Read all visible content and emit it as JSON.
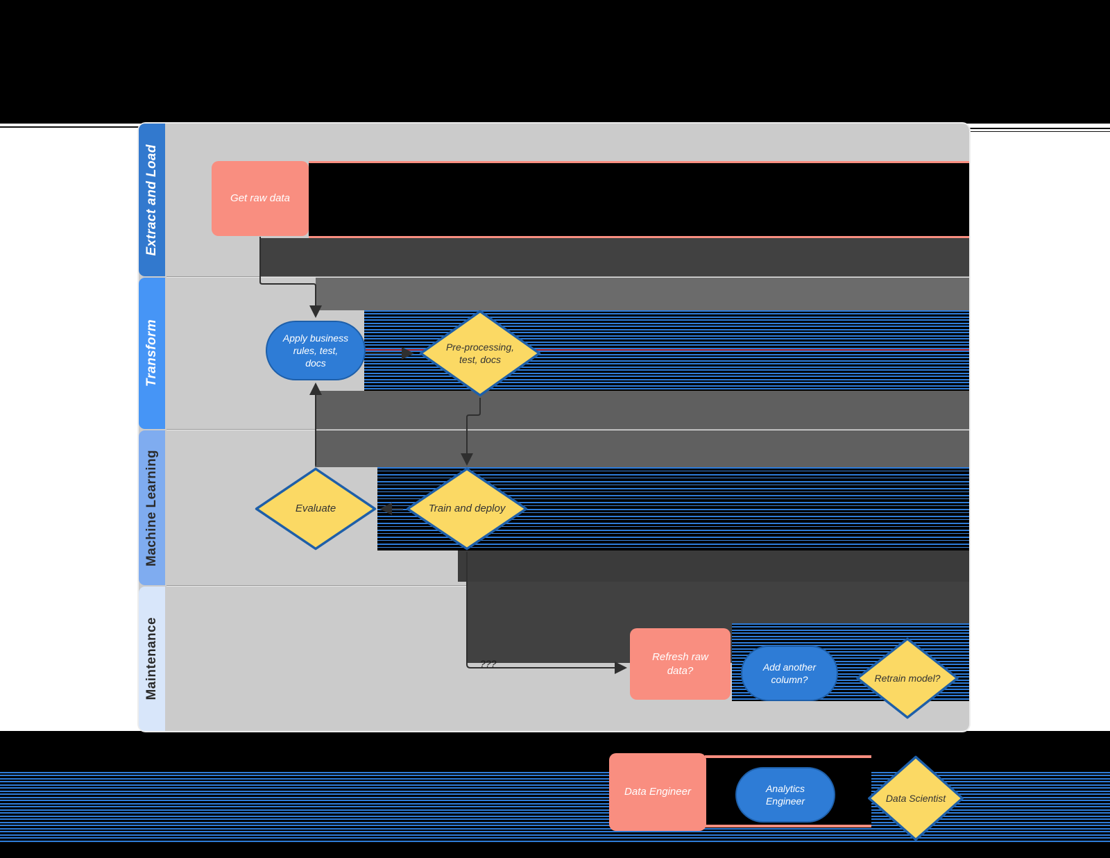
{
  "diagram": {
    "title_hint": "ML pipeline swimlane flowchart",
    "lanes": [
      {
        "label": "Extract and Load",
        "header_color": "#3279CE",
        "text_color": "#FFFFFF"
      },
      {
        "label": "Transform",
        "header_color": "#4695F6",
        "text_color": "#FFFFFF"
      },
      {
        "label": "Machine Learning",
        "header_color": "#7FACF0",
        "text_color": "#2B2B2B"
      },
      {
        "label": "Maintenance",
        "header_color": "#D8E6FA",
        "text_color": "#2B2B2B"
      }
    ],
    "nodes": {
      "get_raw_data": {
        "label": "Get raw data",
        "shape": "rounded-rect",
        "lane": "Extract and Load",
        "color": "#F98E80"
      },
      "apply_business_rules": {
        "label": "Apply business\nrules, test,\ndocs",
        "shape": "stadium",
        "lane": "Transform",
        "color": "#2E7CD6"
      },
      "pre_processing": {
        "label": "Pre-processing,\ntest, docs",
        "shape": "diamond",
        "lane": "Transform",
        "color": "#FBD964"
      },
      "evaluate": {
        "label": "Evaluate",
        "shape": "diamond",
        "lane": "Machine Learning",
        "color": "#FBD964"
      },
      "train_and_deploy": {
        "label": "Train and deploy",
        "shape": "diamond",
        "lane": "Machine Learning",
        "color": "#FBD964"
      },
      "refresh_raw_data": {
        "label": "Refresh raw\ndata?",
        "shape": "rounded-rect",
        "lane": "Maintenance",
        "color": "#F98E80"
      },
      "add_another_column": {
        "label": "Add another\ncolumn?",
        "shape": "stadium",
        "lane": "Maintenance",
        "color": "#2E7CD6"
      },
      "retrain_model": {
        "label": "Retrain model?",
        "shape": "diamond",
        "lane": "Maintenance",
        "color": "#FBD964"
      }
    },
    "edge_labels": {
      "train_to_refresh": "???"
    },
    "legend": [
      {
        "label": "Data Engineer",
        "shape": "rounded-rect",
        "color": "#F98E80"
      },
      {
        "label": "Analytics\nEngineer",
        "shape": "stadium",
        "color": "#2E7CD6"
      },
      {
        "label": "Data Scientist",
        "shape": "diamond",
        "color": "#FBD964"
      }
    ],
    "colors": {
      "lane_body": "#CBCBCB",
      "node_pink": "#F98E80",
      "node_blue": "#2E7CD6",
      "node_yellow": "#FBD964",
      "diamond_border": "#1E5FA9",
      "arrow": "#2F2F2F",
      "glitch_blue_scanline": "#2E7CD9",
      "glitch_dark": "#414141",
      "backdrop": "#000000"
    }
  }
}
